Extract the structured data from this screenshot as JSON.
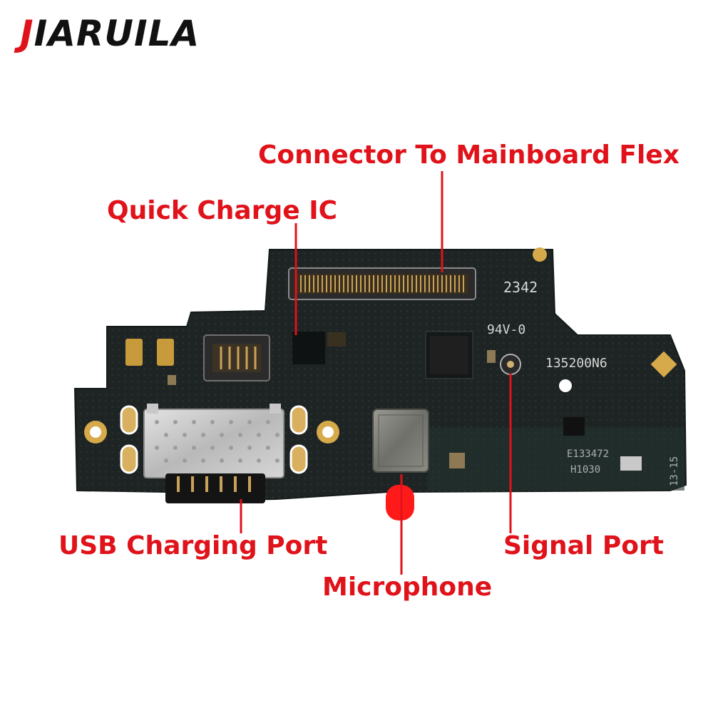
{
  "brand": {
    "first_letter": "J",
    "rest": "IARUILA"
  },
  "labels": {
    "connector": "Connector To Mainboard Flex",
    "quick_charge": "Quick Charge IC",
    "usb": "USB Charging Port",
    "microphone": "Microphone",
    "signal": "Signal Port"
  },
  "board_markings": {
    "code_1": "2342",
    "code_2": "94V-0",
    "code_3": "135200N6",
    "code_4": "E133472",
    "code_5": "H1030",
    "code_6": "13-15"
  },
  "colors": {
    "accent_red": "#e0121a",
    "pcb": "#1d2423"
  }
}
